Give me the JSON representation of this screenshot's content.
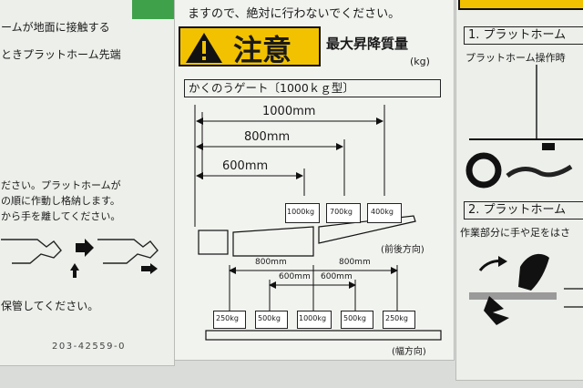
{
  "left": {
    "lines": [
      "ームが地面に接触する",
      "ときプラットホーム先端",
      "ださい。プラットホームが",
      "の順に作動し格納します。",
      "から手を離してください。",
      "保管してください。"
    ],
    "code": "203-42559-0"
  },
  "center": {
    "top_lines": [
      "ますので、絶対に行わないでください。"
    ],
    "caution_word": "注意",
    "max_label": "最大昇降質量",
    "unit": "(kg)",
    "gate_title": "かくのうゲート〔1000ｋｇ型〕",
    "dims": [
      "1000mm",
      "800mm",
      "600mm"
    ],
    "weights_front": [
      "1000kg",
      "700kg",
      "400kg"
    ],
    "front_dir": "(前後方向)",
    "dims_width": [
      "800mm",
      "800mm",
      "600mm",
      "600mm"
    ],
    "weights_width": [
      "250kg",
      "500kg",
      "1000kg",
      "500kg",
      "250kg"
    ],
    "width_dir": "(幅方向)"
  },
  "right": {
    "step1": "1. プラットホーム",
    "step1_sub": "プラットホーム操作時",
    "step2": "2. プラットホーム",
    "step2_sub": "作業部分に手や足をはさ"
  },
  "colors": {
    "yellow": "#f2c200",
    "black": "#111111",
    "panel": "#ecefea"
  }
}
